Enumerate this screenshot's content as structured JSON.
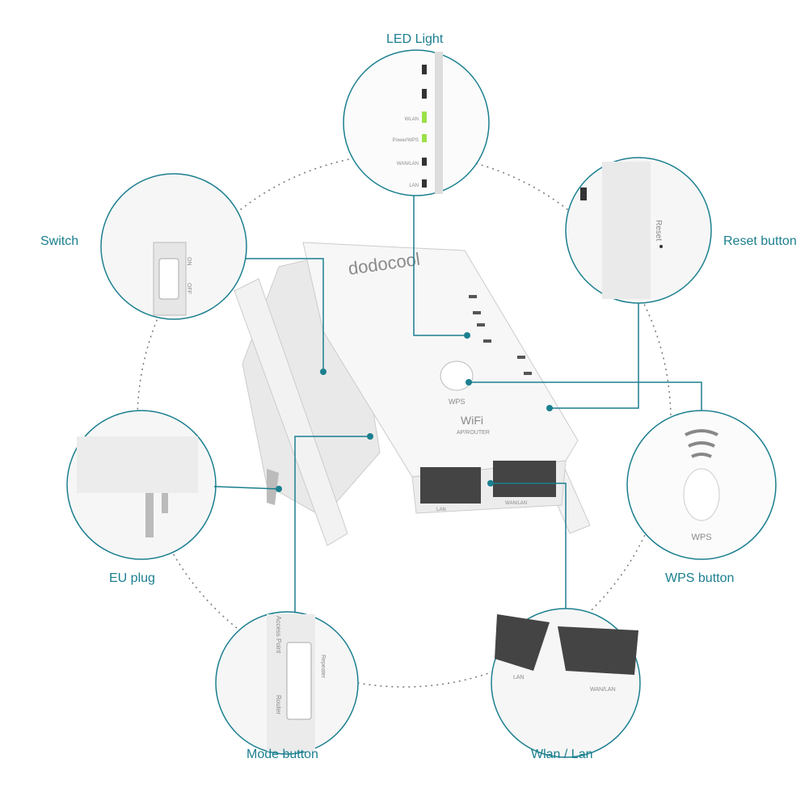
{
  "labels": {
    "led_light": "LED Light",
    "switch": "Switch",
    "reset_button": "Reset button",
    "eu_plug": "EU plug",
    "wps_button": "WPS button",
    "mode_button": "Mode button",
    "wlan_lan": "Wlan / Lan"
  },
  "device": {
    "brand": "dodocool",
    "wps": "WPS",
    "wifi": "WiFi",
    "ap_router": "AP/ROUTER",
    "port_lan": "LAN",
    "port_wan_lan": "WAN/LAN",
    "leds": [
      "WLAN",
      "Power/WPS",
      "WAN/LAN",
      "LAN"
    ],
    "reset": "Reset",
    "switch_on": "ON",
    "switch_off": "OFF",
    "mode_ap": "Access Point",
    "mode_router": "Router",
    "mode_repeater": "Repeater"
  },
  "colors": {
    "accent": "#1b7f8f",
    "led_on": "#9be04a"
  }
}
